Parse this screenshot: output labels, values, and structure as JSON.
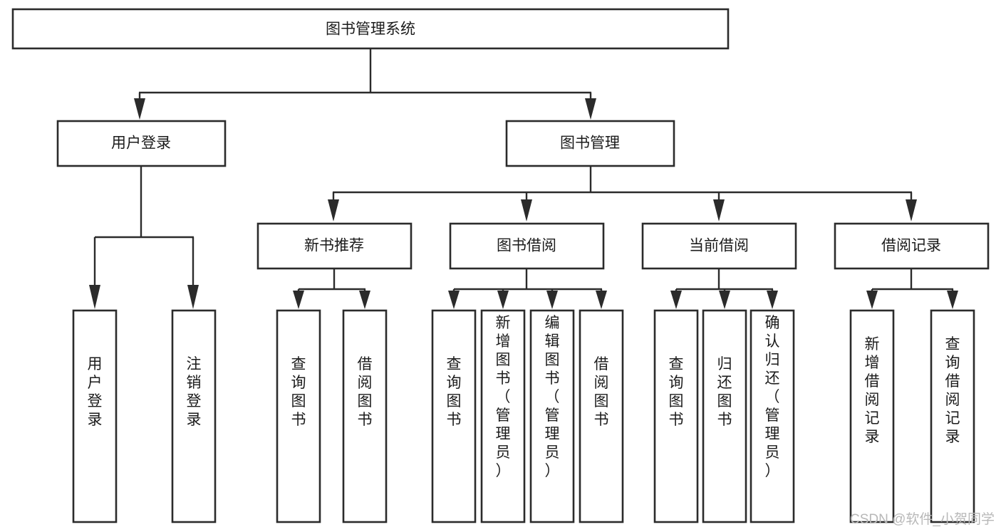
{
  "diagram": {
    "type": "tree-hierarchy",
    "orientation": "top-down",
    "title": "图书管理系统",
    "levels": 4,
    "colors": {
      "box_stroke": "#2b2b2b",
      "box_fill": "#ffffff",
      "connector": "#2b2b2b",
      "background": "#ffffff",
      "watermark": "#b8b8b8"
    },
    "root": {
      "id": "root",
      "label": "图书管理系统",
      "text_orientation": "horizontal"
    },
    "level2": [
      {
        "id": "user-login",
        "label": "用户登录",
        "text_orientation": "horizontal"
      },
      {
        "id": "book-manage",
        "label": "图书管理",
        "text_orientation": "horizontal"
      }
    ],
    "level3": [
      {
        "id": "new-book-rec",
        "label": "新书推荐",
        "parent": "book-manage",
        "text_orientation": "horizontal"
      },
      {
        "id": "book-borrow",
        "label": "图书借阅",
        "parent": "book-manage",
        "text_orientation": "horizontal"
      },
      {
        "id": "current-borrow",
        "label": "当前借阅",
        "parent": "book-manage",
        "text_orientation": "horizontal"
      },
      {
        "id": "borrow-record",
        "label": "借阅记录",
        "parent": "book-manage",
        "text_orientation": "horizontal"
      }
    ],
    "leaves": [
      {
        "id": "leaf-user-login",
        "label": "用户登录",
        "parent": "user-login",
        "text_orientation": "vertical"
      },
      {
        "id": "leaf-logout",
        "label": "注销登录",
        "parent": "user-login",
        "text_orientation": "vertical"
      },
      {
        "id": "leaf-query-book-1",
        "label": "查询图书",
        "parent": "new-book-rec",
        "text_orientation": "vertical"
      },
      {
        "id": "leaf-borrow-book-1",
        "label": "借阅图书",
        "parent": "new-book-rec",
        "text_orientation": "vertical"
      },
      {
        "id": "leaf-query-book-2",
        "label": "查询图书",
        "parent": "book-borrow",
        "text_orientation": "vertical"
      },
      {
        "id": "leaf-add-book",
        "label": "新增图书（管理员）",
        "parent": "book-borrow",
        "text_orientation": "vertical"
      },
      {
        "id": "leaf-edit-book",
        "label": "编辑图书（管理员）",
        "parent": "book-borrow",
        "text_orientation": "vertical"
      },
      {
        "id": "leaf-borrow-book-2",
        "label": "借阅图书",
        "parent": "book-borrow",
        "text_orientation": "vertical"
      },
      {
        "id": "leaf-query-book-3",
        "label": "查询图书",
        "parent": "current-borrow",
        "text_orientation": "vertical"
      },
      {
        "id": "leaf-return-book",
        "label": "归还图书",
        "parent": "current-borrow",
        "text_orientation": "vertical"
      },
      {
        "id": "leaf-confirm-return",
        "label": "确认归还（管理员）",
        "parent": "current-borrow",
        "text_orientation": "vertical"
      },
      {
        "id": "leaf-add-record",
        "label": "新增借阅记录",
        "parent": "borrow-record",
        "text_orientation": "vertical"
      },
      {
        "id": "leaf-query-record",
        "label": "查询借阅记录",
        "parent": "borrow-record",
        "text_orientation": "vertical"
      }
    ]
  },
  "watermark": {
    "text": "CSDN @软件_小贺同学"
  }
}
